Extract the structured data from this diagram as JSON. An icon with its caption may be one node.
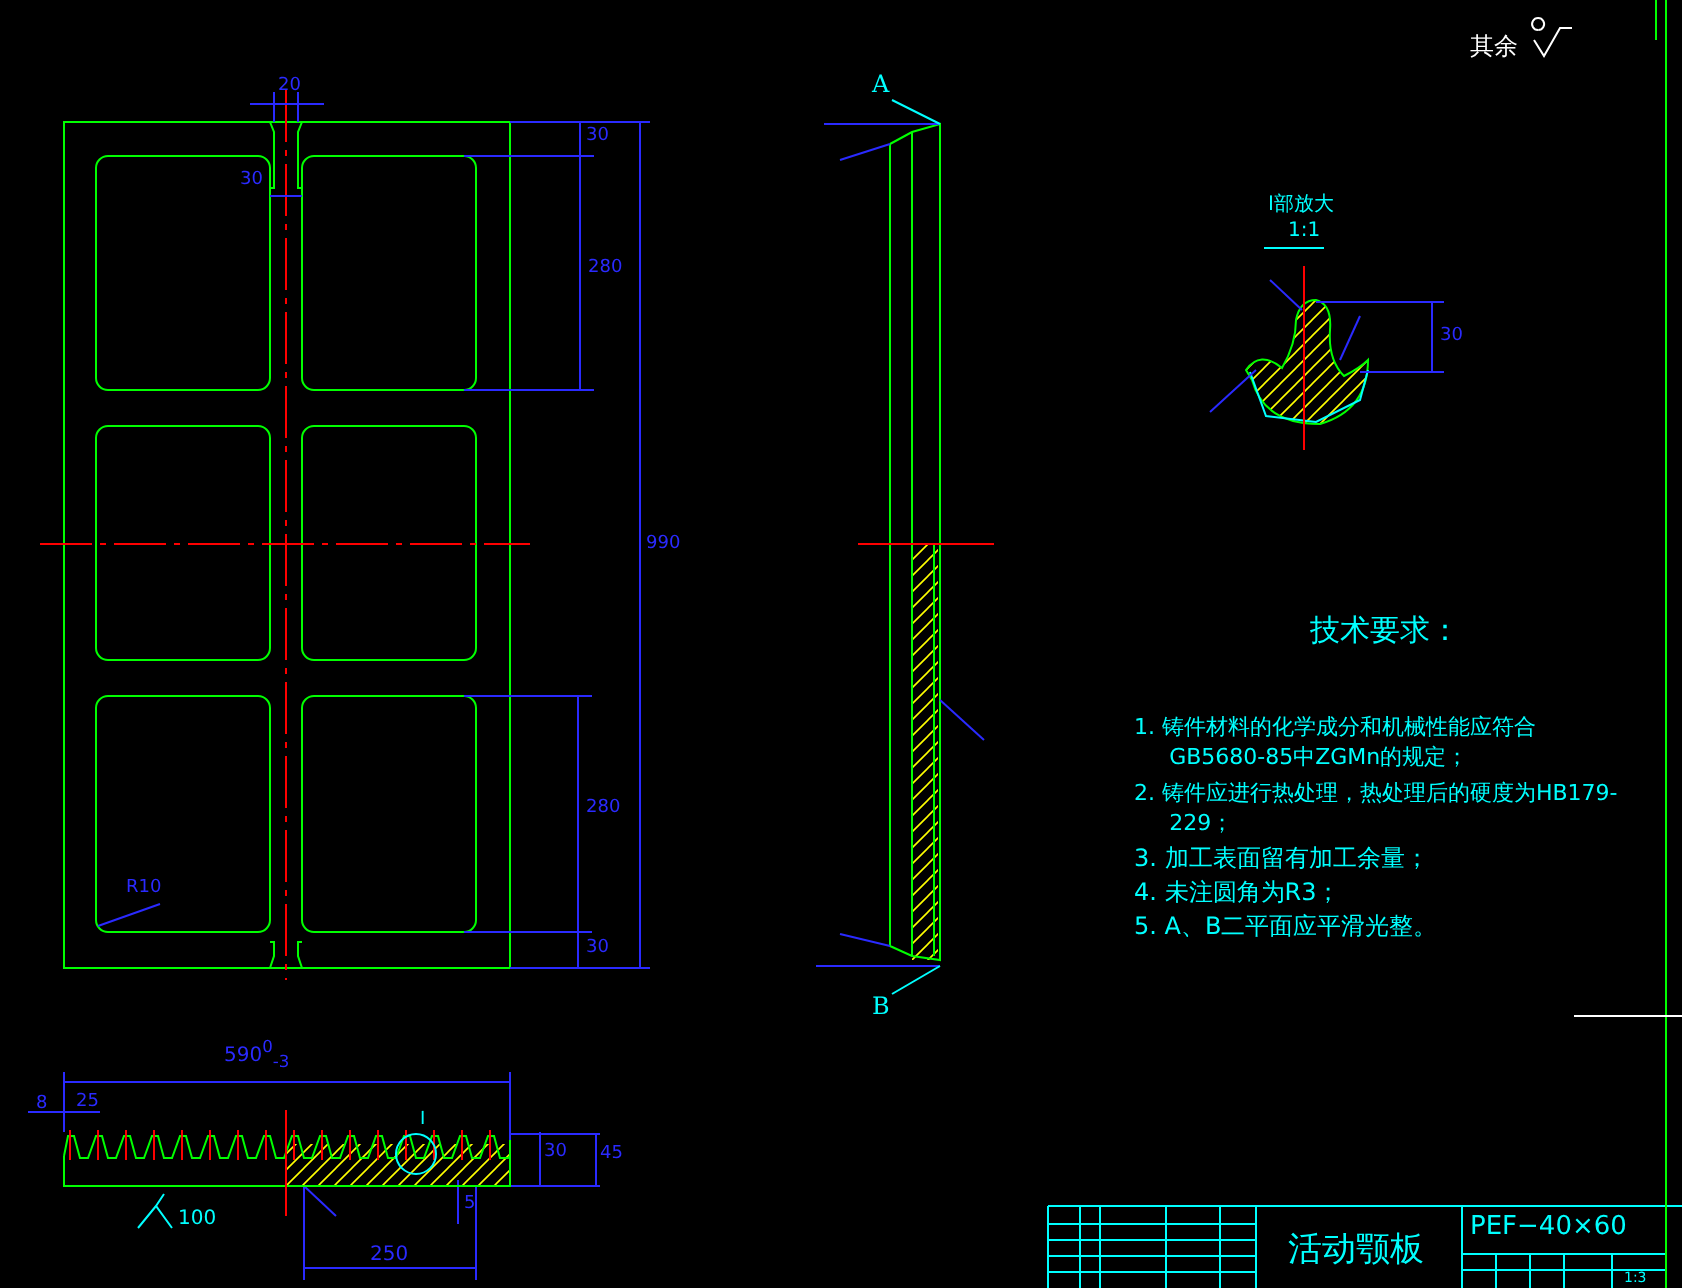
{
  "diagram": {
    "nodes": [
      {
        "text": [
          "A"
        ]
      },
      {
        "text": [
          "B"
        ]
      },
      {
        "text": [],
        "shape": "picture"
      }
    ],
    "edges": [
      {
        "from": 0,
        "to": 2,
        "arrow": "none"
      },
      {
        "from": 1,
        "to": 2,
        "arrow": "none"
      }
    ],
    "labels": [
      "其余",
      "20",
      "30",
      "30",
      "280",
      "990",
      "280",
      "30",
      "R10",
      "I部放大",
      "1:1",
      "30",
      "技术要求：",
      "1. 铸件材料的化学成分和机械性能应符合GB5680-85中ZGMn的规定；",
      "2. 铸件应进行热处理，热处理后的硬度为HB179-229；",
      "3. 加工表面留有加工余量；",
      "4. 未注圆角为R3；",
      "5. A、B二平面应平滑光整。",
      "590$^{0}$$_{-3}$",
      "8",
      "25",
      "I",
      "30",
      "45",
      "100",
      "5",
      "250",
      "活动颚板",
      "PEF−40×60",
      "1:3"
    ]
  }
}
